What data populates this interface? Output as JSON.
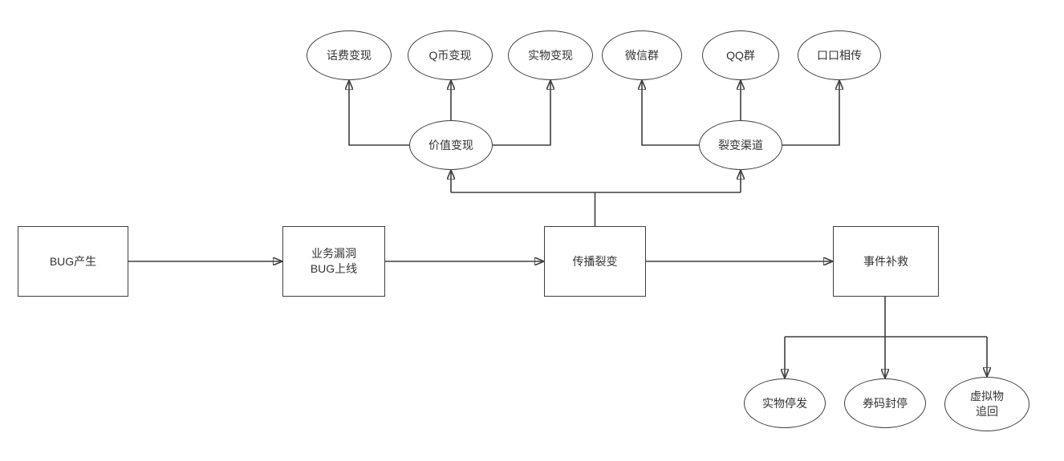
{
  "meta": {
    "type": "flowchart",
    "background": "#ffffff"
  },
  "colors": {
    "stroke": "#3f3f3f",
    "text": "#333333",
    "bg": "#ffffff"
  },
  "diagram": {
    "nodes": {
      "bug_born": {
        "shape": "rect",
        "label": "BUG产生"
      },
      "bug_online": {
        "shape": "rect",
        "label": "业务漏洞\nBUG上线"
      },
      "spread": {
        "shape": "rect",
        "label": "传播裂变"
      },
      "remedy": {
        "shape": "rect",
        "label": "事件补救"
      },
      "value_monetize": {
        "shape": "ellipse",
        "label": "价值变现"
      },
      "fission_channel": {
        "shape": "ellipse",
        "label": "裂变渠道"
      },
      "phone_credit": {
        "shape": "ellipse",
        "label": "话费变现"
      },
      "qcoin": {
        "shape": "ellipse",
        "label": "Q币变现"
      },
      "physical": {
        "shape": "ellipse",
        "label": "实物变现"
      },
      "wechat_group": {
        "shape": "ellipse",
        "label": "微信群"
      },
      "qq_group": {
        "shape": "ellipse",
        "label": "QQ群"
      },
      "word_of_mouth": {
        "shape": "ellipse",
        "label": "口口相传"
      },
      "stop_shipping": {
        "shape": "ellipse",
        "label": "实物停发"
      },
      "coupon_ban": {
        "shape": "ellipse",
        "label": "券码封停"
      },
      "virtual_recall": {
        "shape": "ellipse",
        "label": "虚拟物\n追回"
      }
    },
    "edges": [
      "bug_born -> bug_online",
      "bug_online -> spread",
      "spread -> remedy",
      "spread -> value_monetize",
      "spread -> fission_channel",
      "value_monetize -> phone_credit",
      "value_monetize -> qcoin",
      "value_monetize -> physical",
      "fission_channel -> wechat_group",
      "fission_channel -> qq_group",
      "fission_channel -> word_of_mouth",
      "remedy -> stop_shipping",
      "remedy -> coupon_ban",
      "remedy -> virtual_recall"
    ]
  }
}
